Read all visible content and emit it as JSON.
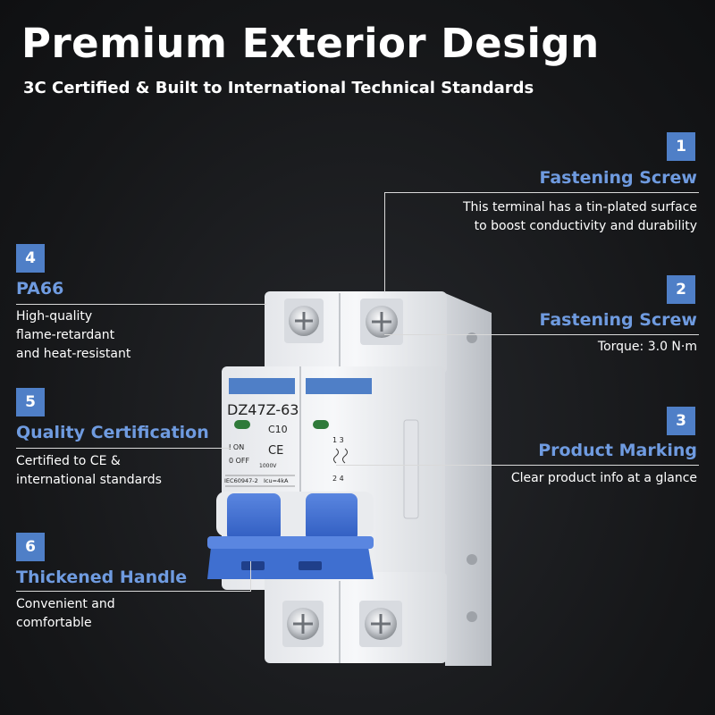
{
  "header": {
    "title": "Premium Exterior Design",
    "subtitle": "3C Certified & Built to International Technical Standards"
  },
  "features": [
    {
      "number": "1",
      "title": "Fastening Screw",
      "description": "This terminal has a tin-plated surface\nto boost conductivity and durability"
    },
    {
      "number": "2",
      "title": "Fastening Screw",
      "description": "Torque: 3.0 N·m"
    },
    {
      "number": "3",
      "title": "Product Marking",
      "description": "Clear product info at a glance"
    },
    {
      "number": "4",
      "title": "PA66",
      "description": "High-quality\nflame-retardant\nand heat-resistant"
    },
    {
      "number": "5",
      "title": "Quality Certification",
      "description": "Certified to CE &\ninternational standards"
    },
    {
      "number": "6",
      "title": "Thickened Handle",
      "description": "Convenient and\ncomfortable"
    }
  ],
  "product_label": {
    "model": "DZ47Z-63",
    "rating": "C10",
    "on": "I ON",
    "off": "0 OFF",
    "ce": "CE",
    "voltage": "1000V",
    "standard": "IEC60947-2",
    "capacity": "Icu=4kA",
    "terminals_top": "1 3",
    "terminals_bottom": "2 4"
  },
  "colors": {
    "accent": "#4f7fc7",
    "title_blue": "#6f9be0",
    "handle_blue": "#3f6fd0",
    "body_white": "#f1f2f4"
  }
}
